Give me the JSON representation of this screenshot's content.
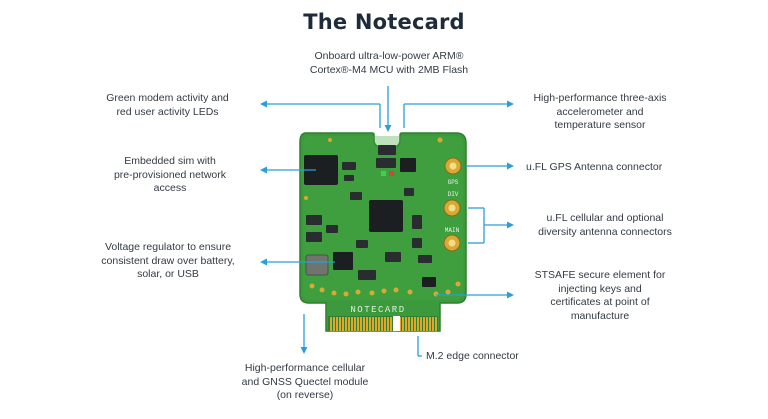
{
  "title": "The Notecard",
  "board_label": "NOTECARD",
  "antenna_labels": {
    "gps": "GPS",
    "div": "DIV",
    "main": "MAIN"
  },
  "callouts": {
    "mcu": "Onboard ultra-low-power ARM®\nCortex®-M4 MCU with 2MB Flash",
    "leds": "Green modem activity and\nred user activity LEDs",
    "sim": "Embedded sim with\npre-provisioned network\naccess",
    "regulator": "Voltage regulator to ensure\nconsistent draw over battery,\nsolar, or USB",
    "accel": "High-performance three-axis\naccelerometer and\ntemperature sensor",
    "gps": "u.FL GPS Antenna connector",
    "cellular_antenna": "u.FL cellular and optional\ndiversity antenna connectors",
    "stsafe": "STSAFE secure element for\ninjecting keys and\ncertificates at point of\nmanufacture",
    "quectel": "High-performance cellular\nand GNSS Quectel module\n(on reverse)",
    "m2": "M.2 edge connector"
  },
  "colors": {
    "arrow": "#2a9fd8",
    "pcb": "#3c9a3c",
    "pcb_edge": "#2f7f2f",
    "chip": "#1c1f22",
    "gold": "#d9a932",
    "title": "#1d2b3a"
  }
}
